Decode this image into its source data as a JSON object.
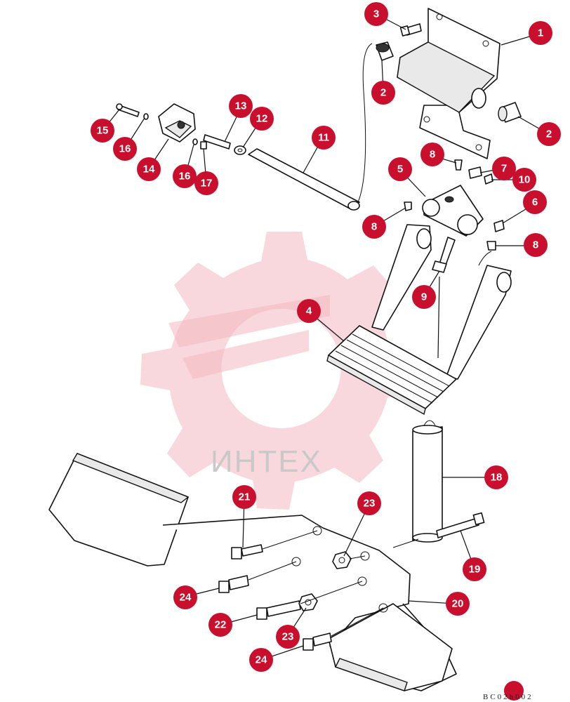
{
  "watermark": {
    "text": "ИНТЕХ",
    "color": "#f2b8bf"
  },
  "accent_color": "#c8102e",
  "drawing_code": "BC02h002",
  "callouts": [
    {
      "id": "c1",
      "label": "1"
    },
    {
      "id": "c2a",
      "label": "2"
    },
    {
      "id": "c2b",
      "label": "2"
    },
    {
      "id": "c3",
      "label": "3"
    },
    {
      "id": "c4",
      "label": "4"
    },
    {
      "id": "c5",
      "label": "5"
    },
    {
      "id": "c6",
      "label": "6"
    },
    {
      "id": "c7",
      "label": "7"
    },
    {
      "id": "c8a",
      "label": "8"
    },
    {
      "id": "c8b",
      "label": "8"
    },
    {
      "id": "c8c",
      "label": "8"
    },
    {
      "id": "c9",
      "label": "9"
    },
    {
      "id": "c10",
      "label": "10"
    },
    {
      "id": "c11",
      "label": "11"
    },
    {
      "id": "c12",
      "label": "12"
    },
    {
      "id": "c13",
      "label": "13"
    },
    {
      "id": "c14",
      "label": "14"
    },
    {
      "id": "c15",
      "label": "15"
    },
    {
      "id": "c16a",
      "label": "16"
    },
    {
      "id": "c16b",
      "label": "16"
    },
    {
      "id": "c17",
      "label": "17"
    },
    {
      "id": "c18",
      "label": "18"
    },
    {
      "id": "c19",
      "label": "19"
    },
    {
      "id": "c20",
      "label": "20"
    },
    {
      "id": "c21",
      "label": "21"
    },
    {
      "id": "c22",
      "label": "22"
    },
    {
      "id": "c23a",
      "label": "23"
    },
    {
      "id": "c23b",
      "label": "23"
    },
    {
      "id": "c24a",
      "label": "24"
    },
    {
      "id": "c24b",
      "label": "24"
    }
  ]
}
